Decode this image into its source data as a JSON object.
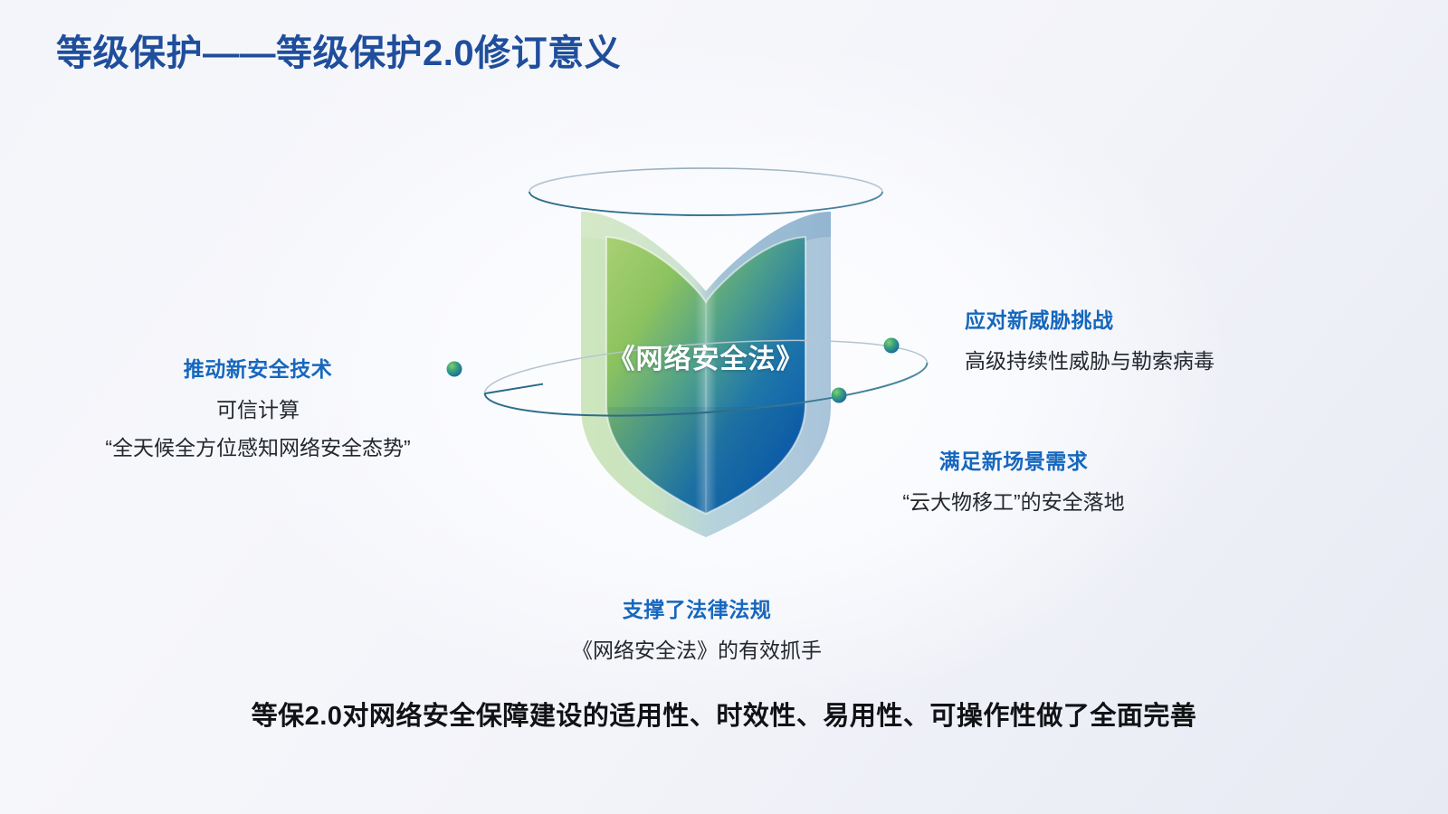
{
  "slide": {
    "title": "等级保护——等级保护2.0修订意义",
    "conclusion": "等保2.0对网络安全保障建设的适用性、时效性、易用性、可操作性做了全面完善"
  },
  "graphic": {
    "shield_label": "《网络安全法》",
    "icon_names": [
      "shield-icon",
      "orbit-ring-top-icon",
      "orbit-ring-bottom-icon",
      "orbit-node-icon"
    ],
    "node_count": 3
  },
  "callouts": [
    {
      "id": "left",
      "title": "推动新安全技术",
      "lines": [
        "可信计算",
        "“全天候全方位感知网络安全态势”"
      ]
    },
    {
      "id": "right-top",
      "title": "应对新威胁挑战",
      "lines": [
        "高级持续性威胁与勒索病毒"
      ]
    },
    {
      "id": "right-bottom",
      "title": "满足新场景需求",
      "lines": [
        "“云大物移工”的安全落地"
      ]
    },
    {
      "id": "bottom",
      "title": "支撑了法律法规",
      "lines": [
        "《网络安全法》的有效抓手"
      ]
    }
  ],
  "colors": {
    "title_blue": "#1f4e9c",
    "callout_blue": "#1667bd",
    "body_text": "#23282e",
    "conclusion_text": "#101215",
    "background_light": "#f6f7fb",
    "background_deep": "#e7eaf3",
    "shield_green": "#8cc152",
    "shield_blue": "#0b5ca8",
    "orbit_line": "#3f7d96"
  }
}
